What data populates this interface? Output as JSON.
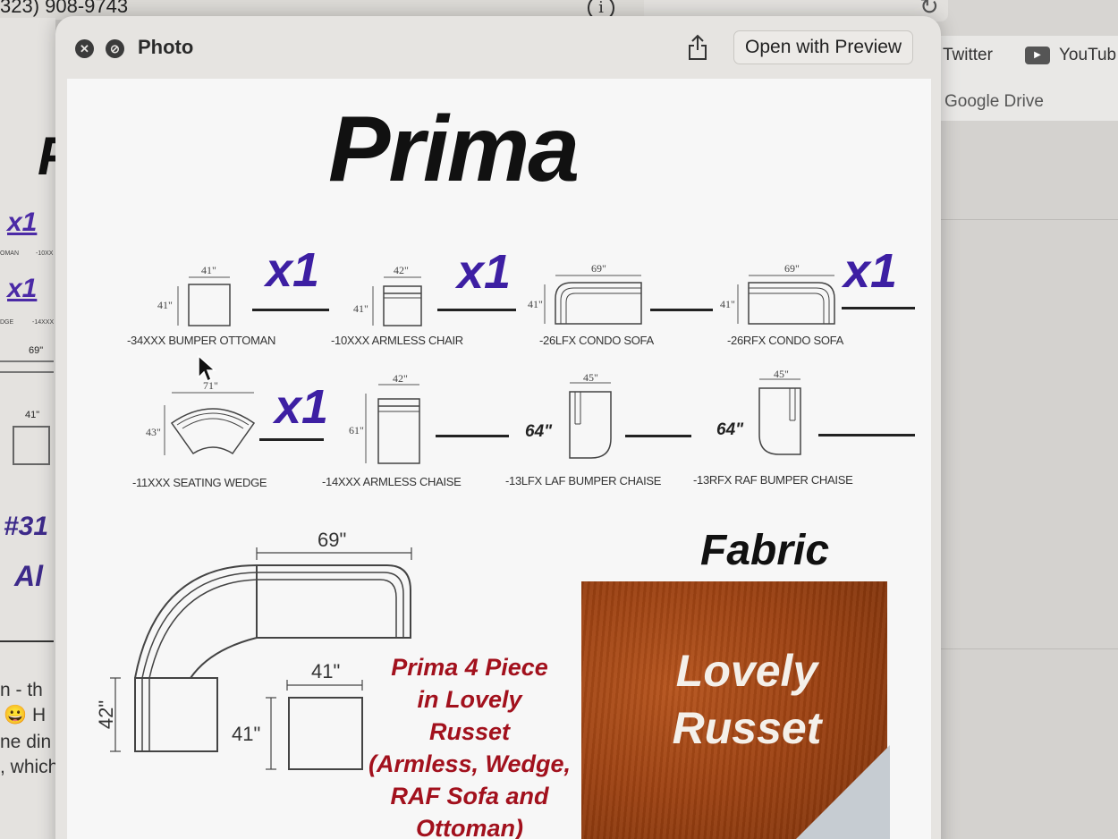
{
  "background": {
    "phone_fragment": "323) 908-9743",
    "bookmarks": [
      "Twitter",
      "YouTub",
      "Google Drive"
    ],
    "left_doc_fragments": {
      "x1_a": "x1",
      "x1_b": "x1",
      "tiny_a": "OMAN",
      "tiny_b": "-10XX",
      "tiny_c": "DGE",
      "tiny_d": "-14XXX",
      "dim_69": "69\"",
      "dim_41": "41\"",
      "heading_a": "#31",
      "heading_b": "Al",
      "text_1": "n - th",
      "text_2": "😀 H",
      "text_3": "ne din",
      "text_4": ", which",
      "big_letter": "P"
    }
  },
  "window": {
    "title": "Photo",
    "open_with_label": "Open with Preview"
  },
  "flyer": {
    "title": "Prima",
    "pieces": [
      {
        "label": "-34XXX BUMPER OTTOMAN",
        "w": "41\"",
        "h": "41\"",
        "qty": "x1"
      },
      {
        "label": "-10XXX ARMLESS CHAIR",
        "w": "42\"",
        "h": "41\"",
        "qty": "x1"
      },
      {
        "label": "-26LFX CONDO SOFA",
        "w": "69\"",
        "h": "41\"",
        "qty": ""
      },
      {
        "label": "-26RFX CONDO SOFA",
        "w": "69\"",
        "h": "41\"",
        "qty": "x1"
      },
      {
        "label": "-11XXX SEATING WEDGE",
        "w": "71\"",
        "h": "43\"",
        "qty": "x1"
      },
      {
        "label": "-14XXX ARMLESS CHAISE",
        "w": "42\"",
        "h": "61\"",
        "qty": ""
      },
      {
        "label": "-13LFX LAF BUMPER CHAISE",
        "w": "45\"",
        "h": "64\"",
        "qty": ""
      },
      {
        "label": "-13RFX RAF BUMPER CHAISE",
        "w": "45\"",
        "h": "64\"",
        "qty": ""
      }
    ],
    "layout_dims": {
      "sofa_width": "69\"",
      "depth": "42\"",
      "ottoman_w": "41\"",
      "ottoman_h": "41\""
    },
    "promo_lines": [
      "Prima 4 Piece",
      "in Lovely",
      "Russet",
      "(Armless, Wedge,",
      "RAF Sofa and",
      "Ottoman)"
    ],
    "fabric_heading": "Fabric",
    "swatch_lines": [
      "Lovely",
      "Russet"
    ],
    "swatch_color": "#9d4212",
    "qty_color": "#3d1fa3",
    "promo_color": "#a2111d"
  }
}
